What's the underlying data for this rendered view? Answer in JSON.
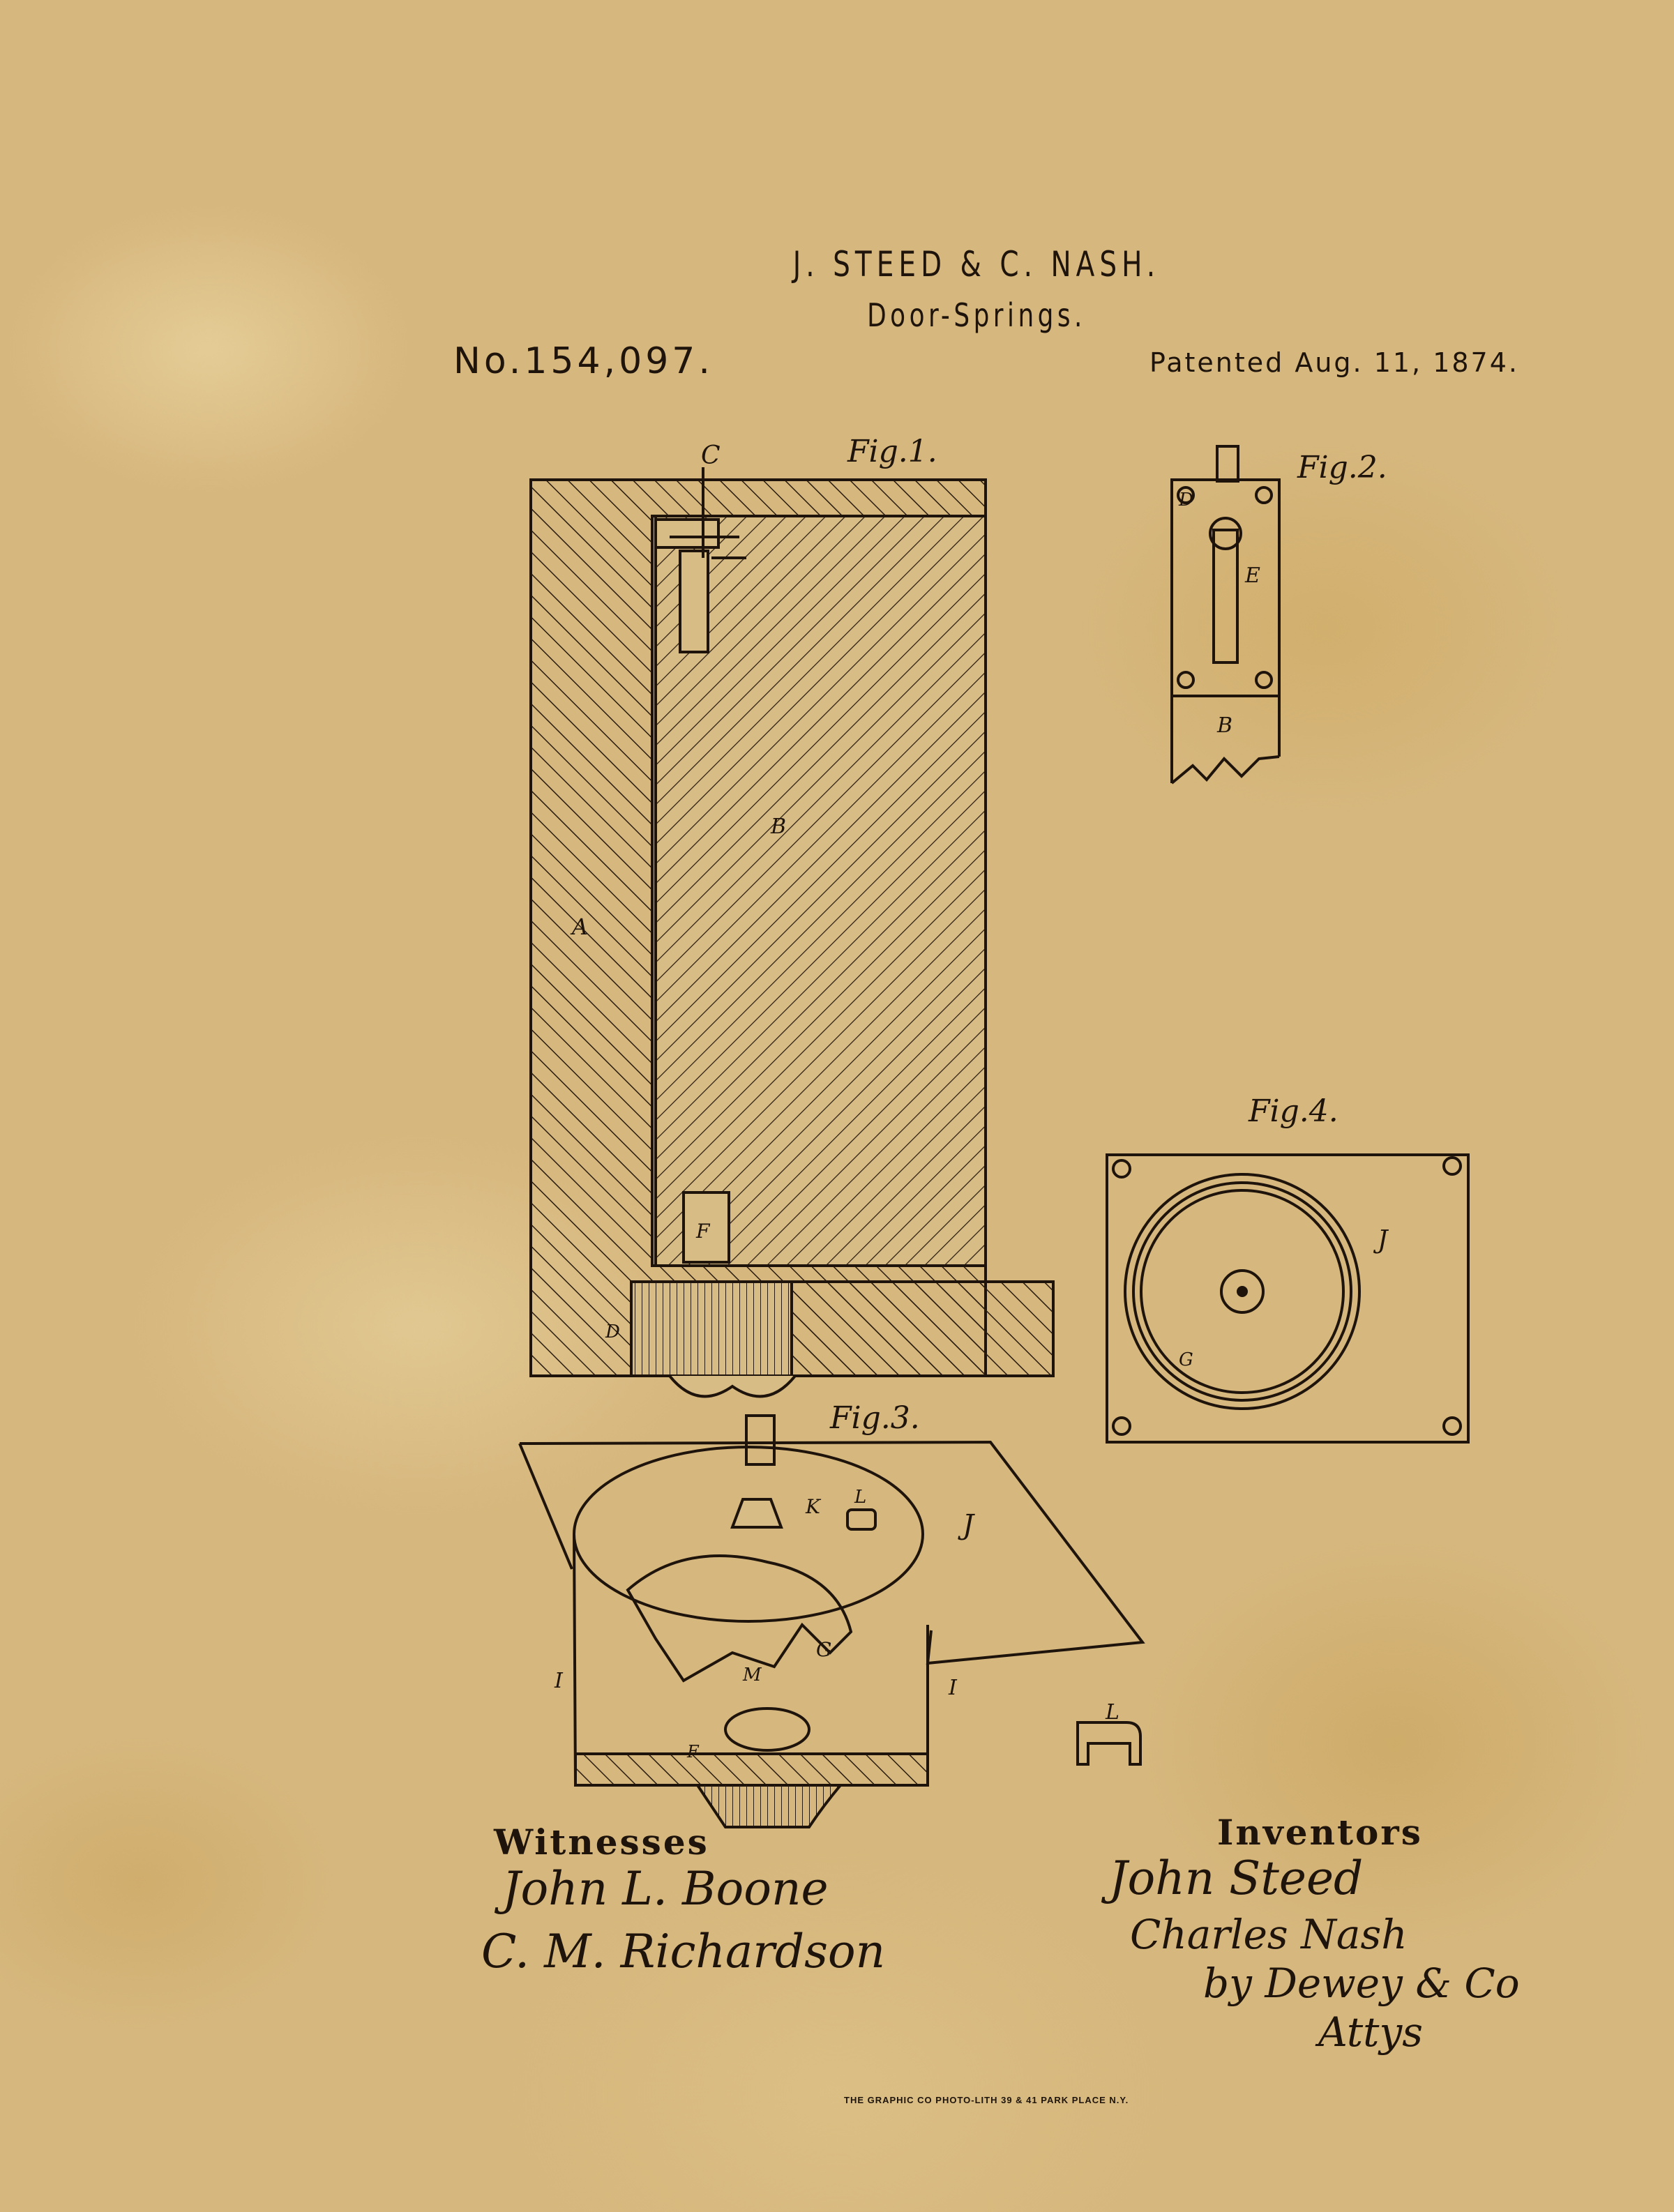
{
  "header": {
    "inventors_title": "J. STEED & C. NASH.",
    "invention": "Door-Springs.",
    "patent_number": "No.154,097.",
    "patent_date": "Patented Aug. 11, 1874."
  },
  "figures": {
    "fig1": {
      "label": "Fig.1.",
      "letters": [
        "C",
        "A",
        "B",
        "F",
        "D"
      ]
    },
    "fig2": {
      "label": "Fig.2.",
      "letters": [
        "D",
        "E",
        "B"
      ]
    },
    "fig3": {
      "label": "Fig.3.",
      "letters": [
        "J",
        "K",
        "L",
        "I",
        "M",
        "G",
        "I",
        "F",
        "L"
      ]
    },
    "fig4": {
      "label": "Fig.4.",
      "letters": [
        "J",
        "G"
      ]
    }
  },
  "witnesses": {
    "heading": "Witnesses",
    "signatures": [
      "John L. Boone",
      "C. M. Richardson"
    ]
  },
  "inventors": {
    "heading": "Inventors",
    "signatures": [
      "John Steed",
      "Charles Nash",
      "by Dewey & Co",
      "Attys"
    ]
  },
  "footer": {
    "printer": "THE GRAPHIC CO PHOTO-LITH 39 & 41 PARK PLACE N.Y."
  },
  "colors": {
    "paper": "#d6b77d",
    "ink": "#1e140c"
  }
}
